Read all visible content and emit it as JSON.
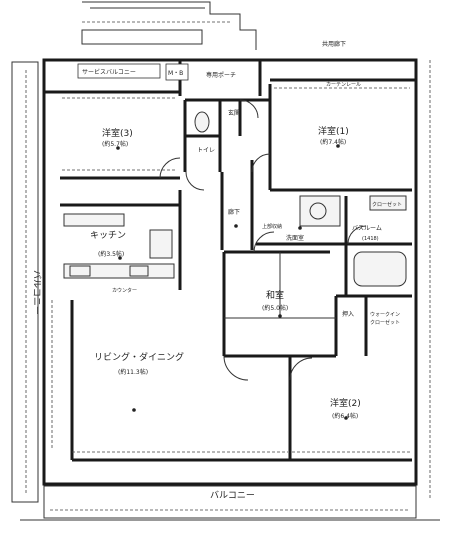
{
  "labels": {
    "corridor": "共用廊下",
    "service_balcony": "サービスバルコニー",
    "mb": "M・B",
    "private_porch": "専用ポーチ",
    "entrance": "玄関",
    "toilet": "トイレ",
    "western1": "洋室(1)",
    "western1_area": "(約7.4帖)",
    "western3": "洋室(3)",
    "western3_area": "(約5.7帖)",
    "hallway": "廊下",
    "wash": "洗面室",
    "bath": "バスルーム",
    "bath_size": "(1418)",
    "kitchen": "キッチン",
    "kitchen_area": "(約3.5帖)",
    "japanese": "和室",
    "japanese_area": "(約5.0帖)",
    "closet_in": "押入",
    "walkin": "ウォークイン",
    "walkin2": "クローゼット",
    "living": "リビング・ダイニング",
    "living_area": "(約11.3帖)",
    "western2": "洋室(2)",
    "western2_area": "(約6.4帖)",
    "balcony_bottom": "バルコニー",
    "balcony_left": "バルコニー",
    "counter": "カウンター",
    "closet": "クローゼット",
    "storage": "上部収納",
    "curtain": "カーテンレール"
  }
}
